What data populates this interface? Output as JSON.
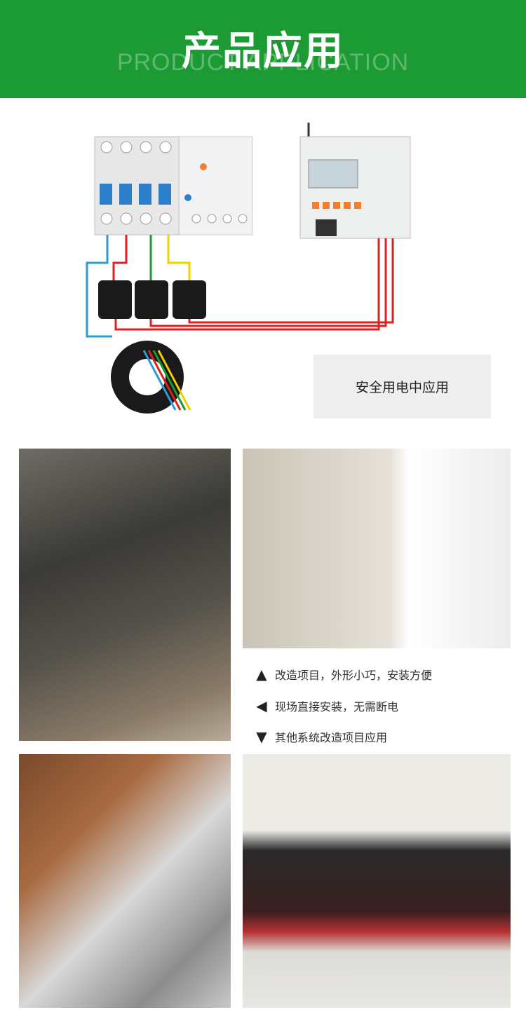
{
  "header": {
    "title": "产品应用",
    "subtitle": "PRODUCT APPLICATION"
  },
  "diagram": {
    "label": "安全用电中应用"
  },
  "captions": [
    {
      "icon": "triangle-up-icon",
      "glyph": "▲",
      "text": "改造项目，外形小巧，安装方便"
    },
    {
      "icon": "triangle-left-icon",
      "glyph": "◀",
      "text": "现场直接安装，无需断电"
    },
    {
      "icon": "triangle-down-icon",
      "glyph": "▼",
      "text": "其他系统改造项目应用"
    }
  ],
  "colors": {
    "brand_green": "#1c9a33",
    "wire_blue": "#2a9ad8",
    "wire_red": "#e02020",
    "wire_green": "#1a9a30",
    "wire_yellow": "#f0d000"
  }
}
